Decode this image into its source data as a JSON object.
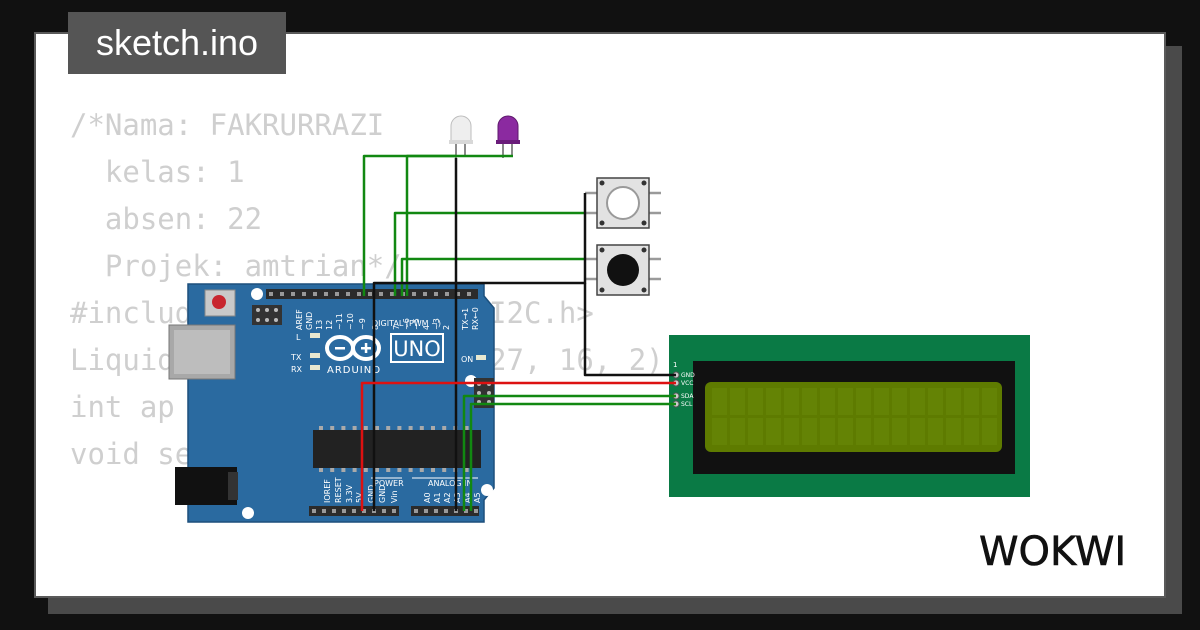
{
  "tab": {
    "filename": "sketch.ino"
  },
  "code": {
    "lines": [
      "/*Nama: FAKRURRAZI",
      "  kelas: 1",
      "  absen: 22",
      "  Projek: amtrian*/",
      "",
      "#include <LiquidCrystal_I2C.h>",
      "",
      "LiquidCrystal_I2C lcd(0x27, 16, 2);",
      "int ap",
      "",
      "void setup(){"
    ]
  },
  "brand": {
    "logo_text": "WOKWI"
  },
  "arduino": {
    "model": "UNO",
    "brand": "ARDUINO",
    "digital_label": "DIGITAL (PWM ~)",
    "on_label": "ON",
    "led_l": "L",
    "led_tx": "TX",
    "led_rx": "RX",
    "power_label": "POWER",
    "analog_label": "ANALOG IN",
    "top_pins": [
      "AREF",
      "GND",
      "13",
      "12",
      "~11",
      "~10",
      "~9",
      "8",
      "7",
      "~6",
      "~5",
      "4",
      "~3",
      "2",
      "TX→1",
      "RX←0"
    ],
    "bottom_pins": [
      "IOREF",
      "RESET",
      "3.3V",
      "5V",
      "GND",
      "GND",
      "Vin",
      "A0",
      "A1",
      "A2",
      "A3",
      "A4",
      "A5"
    ]
  },
  "lcd": {
    "pin_number": "1",
    "pins": [
      "GND",
      "VCC",
      "SDA",
      "SCL"
    ]
  },
  "colors": {
    "board": "#2a6aa0",
    "wire_green": "#118811",
    "wire_red": "#dd1111",
    "wire_black": "#111111",
    "lcd_pcb": "#0a7a45",
    "lcd_screen": "#5e7b00",
    "led_purple": "#8b2aa0"
  },
  "icons": [
    "led-white-icon",
    "led-purple-icon",
    "pushbutton-icon",
    "usb-port-icon",
    "power-jack-icon",
    "reset-button-icon",
    "arduino-infinity-logo-icon"
  ]
}
